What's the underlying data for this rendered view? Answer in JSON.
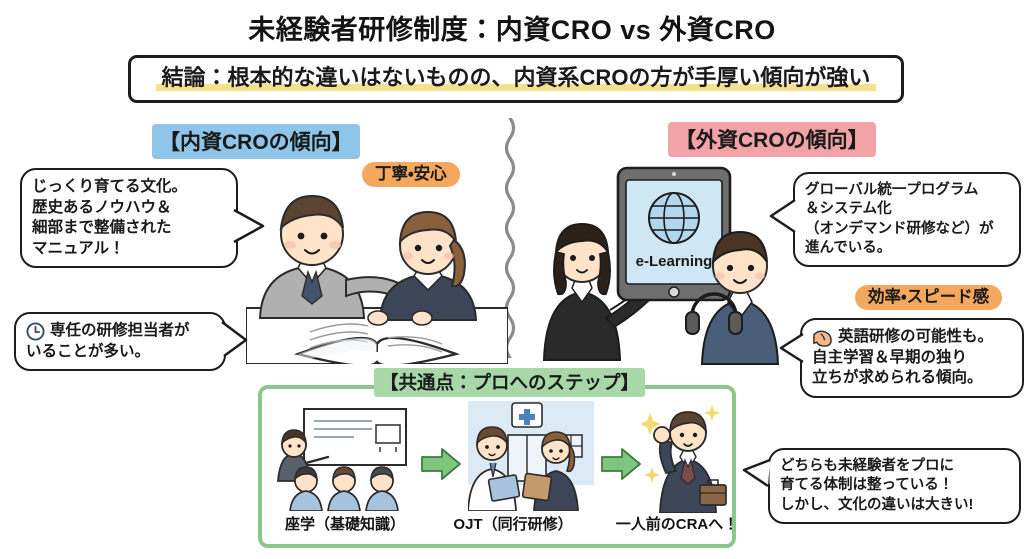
{
  "title": "未経験者研修制度：内資CRO vs 外資CRO",
  "conclusion": "結論：根本的な違いはないものの、内資系CROの方が手厚い傾向が強い",
  "sections": {
    "domestic": {
      "header": "【内資CROの傾向】",
      "header_color": "#8ec5e8",
      "tag": "丁寧・安心",
      "bubbles": [
        {
          "name": "culture",
          "lines": [
            "じっくり育てる文化。",
            "歴史あるノウハウ＆",
            "細部まで整備された",
            "マニュアル！"
          ]
        },
        {
          "name": "trainer",
          "icon": "clock-icon",
          "lines": [
            "専任の研修担当者が",
            "いることが多い。"
          ]
        }
      ],
      "illustration": "two-colleagues-reading-manual"
    },
    "foreign": {
      "header": "【外資CROの傾向】",
      "header_color": "#f2a3a8",
      "tag": "効率・スピード感",
      "bubbles": [
        {
          "name": "global",
          "lines": [
            "グローバル統一プログラム",
            "＆システム化",
            "（オンデマンド研修など）が",
            "進んでいる。"
          ]
        },
        {
          "name": "english",
          "icon": "flexed-biceps-icon",
          "lines": [
            "英語研修の可能性も。",
            "自主学習＆早期の独り",
            "立ちが求められる傾向。"
          ]
        }
      ],
      "illustration": "e-learning-tablet-with-two-people",
      "tablet_label": "e-Learning"
    }
  },
  "common": {
    "header": "【共通点：プロへのステップ】",
    "header_color": "#a8d8a8",
    "border_color": "#8bc78b",
    "steps": [
      {
        "label": "座学（基礎知識）",
        "illustration": "classroom-lecture"
      },
      {
        "label": "OJT（同行研修）",
        "illustration": "hospital-visit-pair"
      },
      {
        "label": "一人前のCRAへ！",
        "illustration": "confident-cra-with-briefcase"
      }
    ],
    "arrow_color": "#7dc67d",
    "summary_bubble": {
      "name": "summary",
      "lines": [
        "どちらも未経験者をプロに",
        "育てる体制は整っている！",
        "しかし、文化の違いは大きい!"
      ]
    }
  },
  "colors": {
    "accent_blue": "#8ec5e8",
    "accent_pink": "#f2a3a8",
    "accent_green": "#a8d8a8",
    "accent_orange": "#f4a85e",
    "highlight_yellow": "#f7e08a",
    "outline": "#1c1c1c"
  }
}
